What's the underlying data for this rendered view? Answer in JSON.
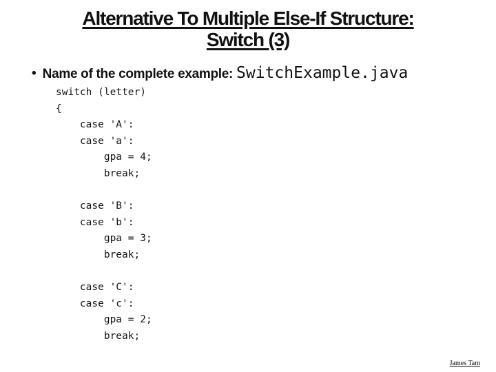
{
  "title": {
    "line1": "Alternative To Multiple Else-If Structure:",
    "line2": "Switch (3)"
  },
  "bullet": {
    "marker": "•",
    "label": "Name of the complete example:",
    "inline_code": "SwitchExample.java"
  },
  "code_block": "switch (letter)\n{\n    case 'A':\n    case 'a':\n        gpa = 4;\n        break;\n\n    case 'B':\n    case 'b':\n        gpa = 3;\n        break;\n\n    case 'C':\n    case 'c':\n        gpa = 2;\n        break;",
  "footer": {
    "author": "James Tam"
  },
  "colors": {
    "background": "#ffffff",
    "text": "#111111"
  }
}
